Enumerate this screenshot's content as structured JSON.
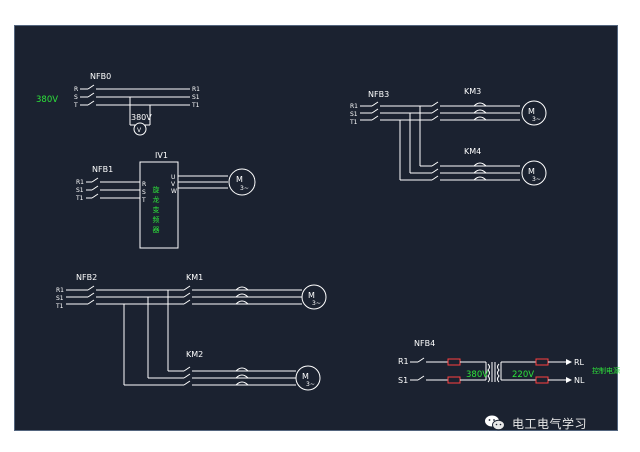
{
  "diagram": {
    "voltage_left": "380V",
    "breakers": {
      "nfb0": "NFB0",
      "nfb1": "NFB1",
      "nfb2": "NFB2",
      "nfb3": "NFB3",
      "nfb4": "NFB4"
    },
    "contactors": {
      "km1": "KM1",
      "km2": "KM2",
      "km3": "KM3",
      "km4": "KM4"
    },
    "phases_in": [
      "R1",
      "S1",
      "T1"
    ],
    "phases_out_uvw": [
      "U",
      "V",
      "W"
    ],
    "inverter_in_rst": [
      "R",
      "S",
      "T"
    ],
    "inverter_label": "IV1",
    "inverter_text": "旋龙变频器",
    "voltmeter_label": "380V",
    "voltmeter_symbol": "V",
    "motor_symbol": "M",
    "motor_sub": "3~",
    "transformer_primary": "380V",
    "transformer_secondary": "220V",
    "rl": "RL",
    "nl": "NL",
    "control_power": "控制电源",
    "r1": "R1",
    "s1": "S1"
  },
  "watermark": {
    "text": "电工电气学习",
    "icon": "wechat-icon"
  },
  "colors": {
    "background": "#1b2230",
    "wire": "#ffffff",
    "label": "#2de33a",
    "fuse": "#ff4040"
  }
}
